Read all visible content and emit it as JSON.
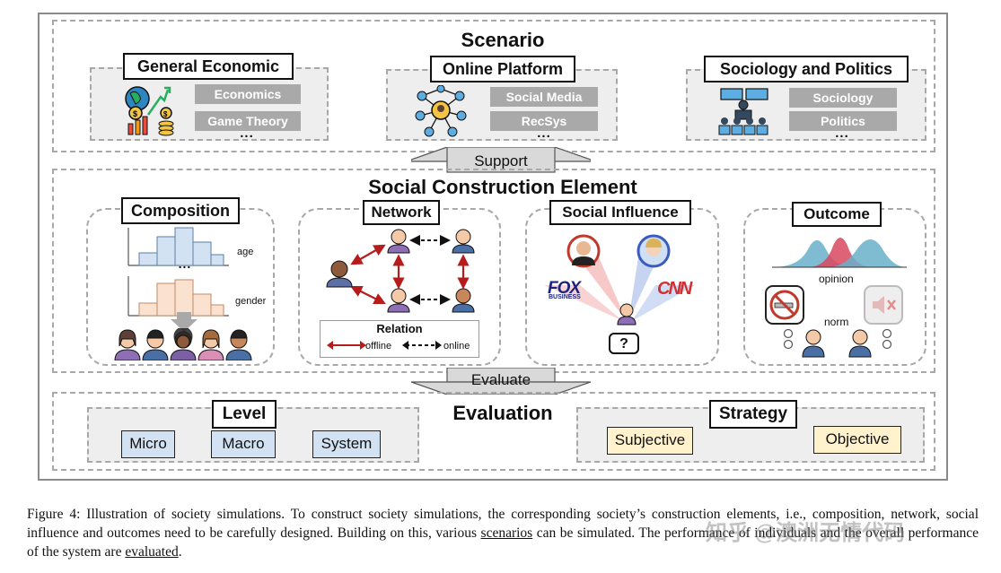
{
  "scenario": {
    "title": "Scenario",
    "general": {
      "label": "General Economic",
      "tags": [
        "Economics",
        "Game Theory"
      ],
      "more": "..."
    },
    "online": {
      "label": "Online Platform",
      "tags": [
        "Social Media",
        "RecSys"
      ],
      "more": "..."
    },
    "sociology": {
      "label": "Sociology and Politics",
      "tags": [
        "Sociology",
        "Politics"
      ],
      "more": "..."
    }
  },
  "support_label": "Support",
  "element": {
    "title": "Social Construction Element",
    "composition": {
      "label": "Composition",
      "dots": "...",
      "age": "age",
      "gender": "gender"
    },
    "network": {
      "label": "Network",
      "relation_title": "Relation",
      "offline": "offline",
      "online": "online"
    },
    "influence": {
      "label": "Social Influence",
      "fox": "FOX",
      "business": "BUSINESS",
      "cnn": "CNN",
      "question": "?"
    },
    "outcome": {
      "label": "Outcome",
      "opinion": "opinion",
      "norm": "norm"
    }
  },
  "evaluate_label": "Evaluate",
  "evaluation": {
    "title": "Evaluation",
    "level": {
      "label": "Level",
      "items": [
        "Micro",
        "Macro",
        "System"
      ]
    },
    "strategy": {
      "label": "Strategy",
      "items": [
        "Subjective",
        "Objective"
      ]
    }
  },
  "caption": {
    "part1": "Figure 4: Illustration of society simulations. To construct society simulations, the corresponding society’s construction elements, i.e., composition, network, social influence and outcomes need to be carefully designed. Building on this, various ",
    "scenarios": "scenarios",
    "part2": " can be simulated. The performance of individuals and the overall performance of the system are ",
    "evaluated": "evaluated",
    "part3": "."
  },
  "watermark": "知乎 @澳洲无情代码",
  "colors": {
    "blue": "#d3e2f3",
    "yellow": "#fff2cc",
    "red": "#c0392b",
    "gray_tag": "#a9a9a9",
    "dashed": "#a8a8a8"
  }
}
